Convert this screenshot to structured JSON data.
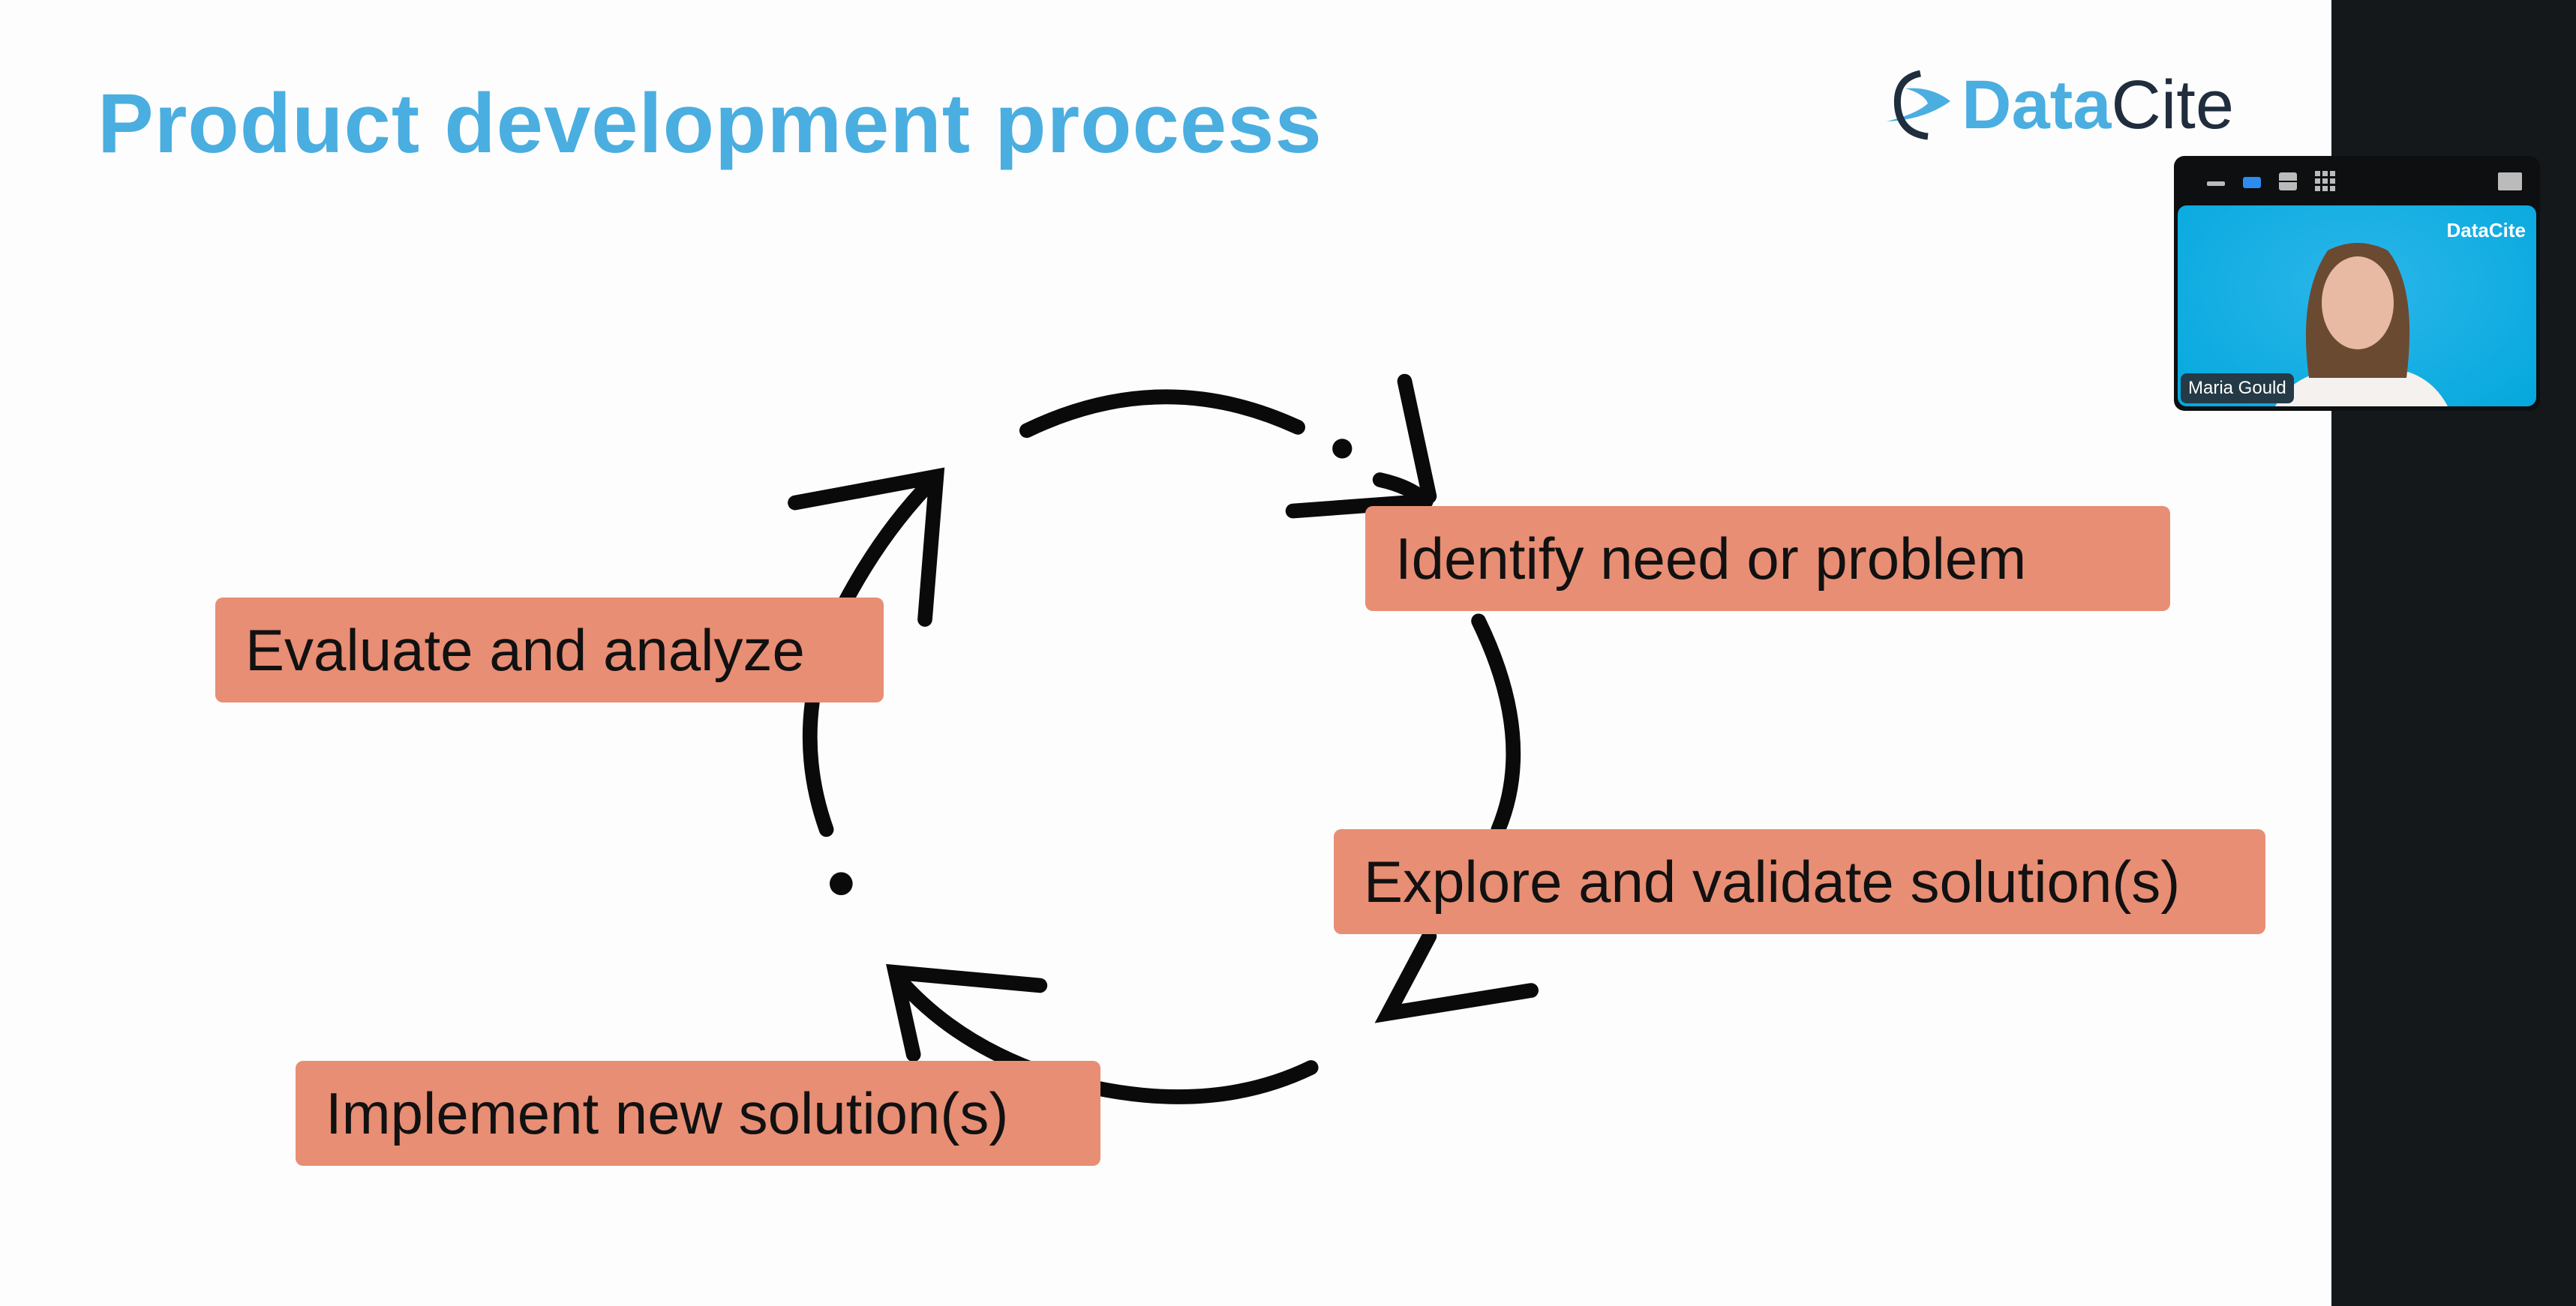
{
  "slide": {
    "title": "Product development process",
    "logo": {
      "bold": "Data",
      "light": "Cite"
    },
    "steps": [
      "Identify need or problem",
      "Explore and validate solution(s)",
      "Implement new solution(s)",
      "Evaluate and analyze"
    ]
  },
  "video": {
    "participant_name": "Maria Gould",
    "background_logo": "DataCite",
    "controls": [
      "minimize-icon",
      "speaker-view-icon",
      "strip-view-icon",
      "grid-view-icon",
      "picture-in-picture-icon"
    ]
  },
  "colors": {
    "accent": "#4aaee0",
    "box": "#e88e74",
    "panel": "#15181b",
    "video_bg": "#04a8dd"
  }
}
